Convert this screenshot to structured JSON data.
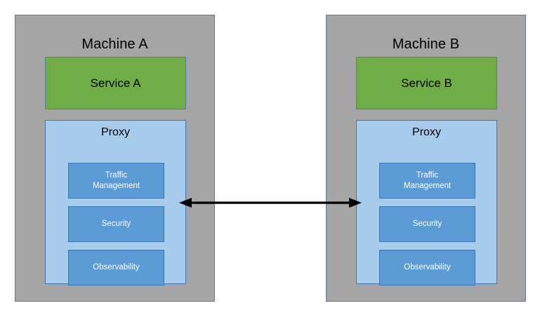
{
  "diagram": {
    "title_implicit": "Service mesh sidecar proxy pattern",
    "colors": {
      "machine_fill": "#A5A5A5",
      "machine_border": "#5B7C8D",
      "service_fill": "#70AD47",
      "service_border": "#4A7FA0",
      "proxy_fill": "#A7CBEA",
      "proxy_border": "#3C78B4",
      "capability_fill": "#5B9BD5",
      "capability_border": "#3C78B4",
      "connector": "#000000",
      "text_dark": "#000000",
      "text_light": "#FFFFFF",
      "background": "#FFFFFF"
    },
    "machines": [
      {
        "id": "machine-a",
        "title": "Machine A",
        "service": {
          "label": "Service A"
        },
        "proxy": {
          "title": "Proxy",
          "capabilities": [
            {
              "label": "Traffic\nManagement"
            },
            {
              "label": "Security"
            },
            {
              "label": "Observability"
            }
          ]
        }
      },
      {
        "id": "machine-b",
        "title": "Machine B",
        "service": {
          "label": "Service B"
        },
        "proxy": {
          "title": "Proxy",
          "capabilities": [
            {
              "label": "Traffic\nManagement"
            },
            {
              "label": "Security"
            },
            {
              "label": "Observability"
            }
          ]
        }
      }
    ],
    "connector": {
      "name": "proxy-to-proxy-link",
      "style": "double-headed-arrow",
      "direction": "bidirectional",
      "label": ""
    }
  }
}
